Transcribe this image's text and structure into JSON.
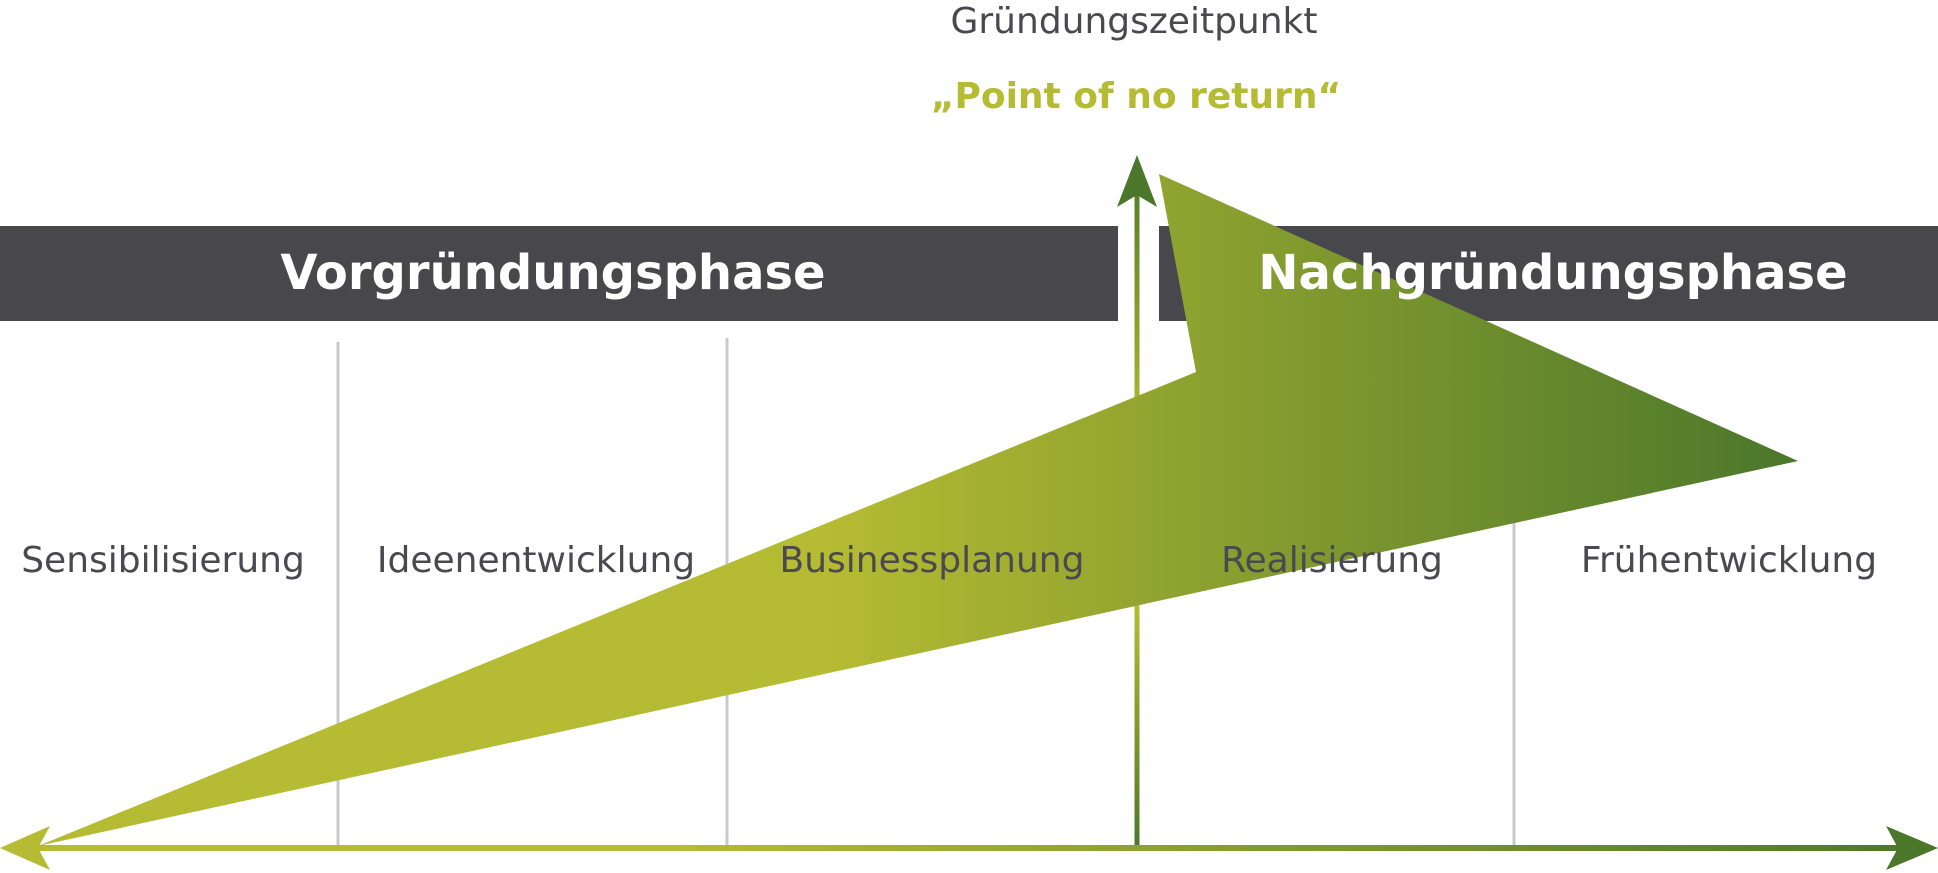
{
  "header": {
    "founding_label": "Gründungszeitpunkt",
    "point_of_no_return": "„Point of no return“"
  },
  "phases": {
    "pre": "Vorgründungsphase",
    "post": "Nachgründungsphase"
  },
  "stages": [
    "Sensibilisierung",
    "Ideenentwicklung",
    "Businessplanung",
    "Realisierung",
    "Frühentwicklung"
  ],
  "colors": {
    "bar": "#48474c",
    "text": "#4a4950",
    "lime": "#b5bb32",
    "dark_green": "#4b772b",
    "divider": "#c8c8d2"
  }
}
